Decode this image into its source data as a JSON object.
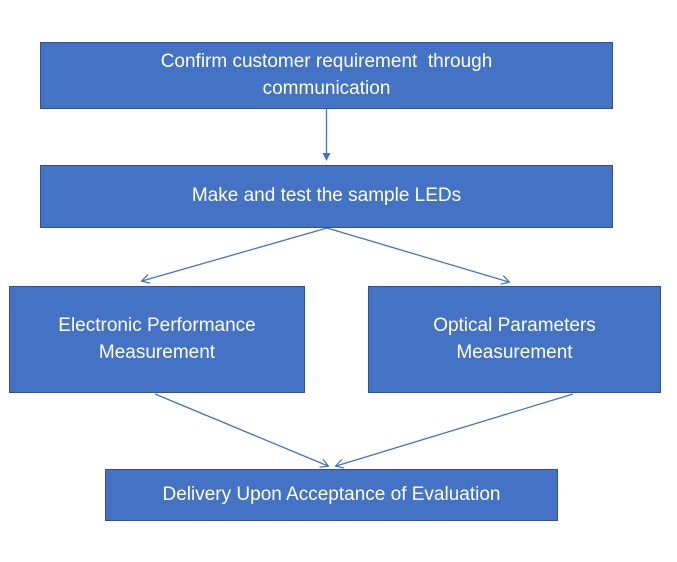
{
  "diagram": {
    "type": "flowchart",
    "colors": {
      "box_fill": "#4472C4",
      "box_border": "#2F528F",
      "arrow": "#4472C4",
      "text": "#FFFFFF"
    },
    "nodes": {
      "confirm": {
        "label": "Confirm customer requirement  through\ncommunication"
      },
      "make_test": {
        "label": "Make and test the sample LEDs"
      },
      "electronic": {
        "label": "Electronic Performance\nMeasurement"
      },
      "optical": {
        "label": "Optical Parameters\nMeasurement"
      },
      "delivery": {
        "label": "Delivery Upon Acceptance of Evaluation"
      }
    },
    "connections": [
      {
        "from": "confirm",
        "to": "make_test"
      },
      {
        "from": "make_test",
        "to": "electronic"
      },
      {
        "from": "make_test",
        "to": "optical"
      },
      {
        "from": "electronic",
        "to": "delivery"
      },
      {
        "from": "optical",
        "to": "delivery"
      }
    ]
  }
}
